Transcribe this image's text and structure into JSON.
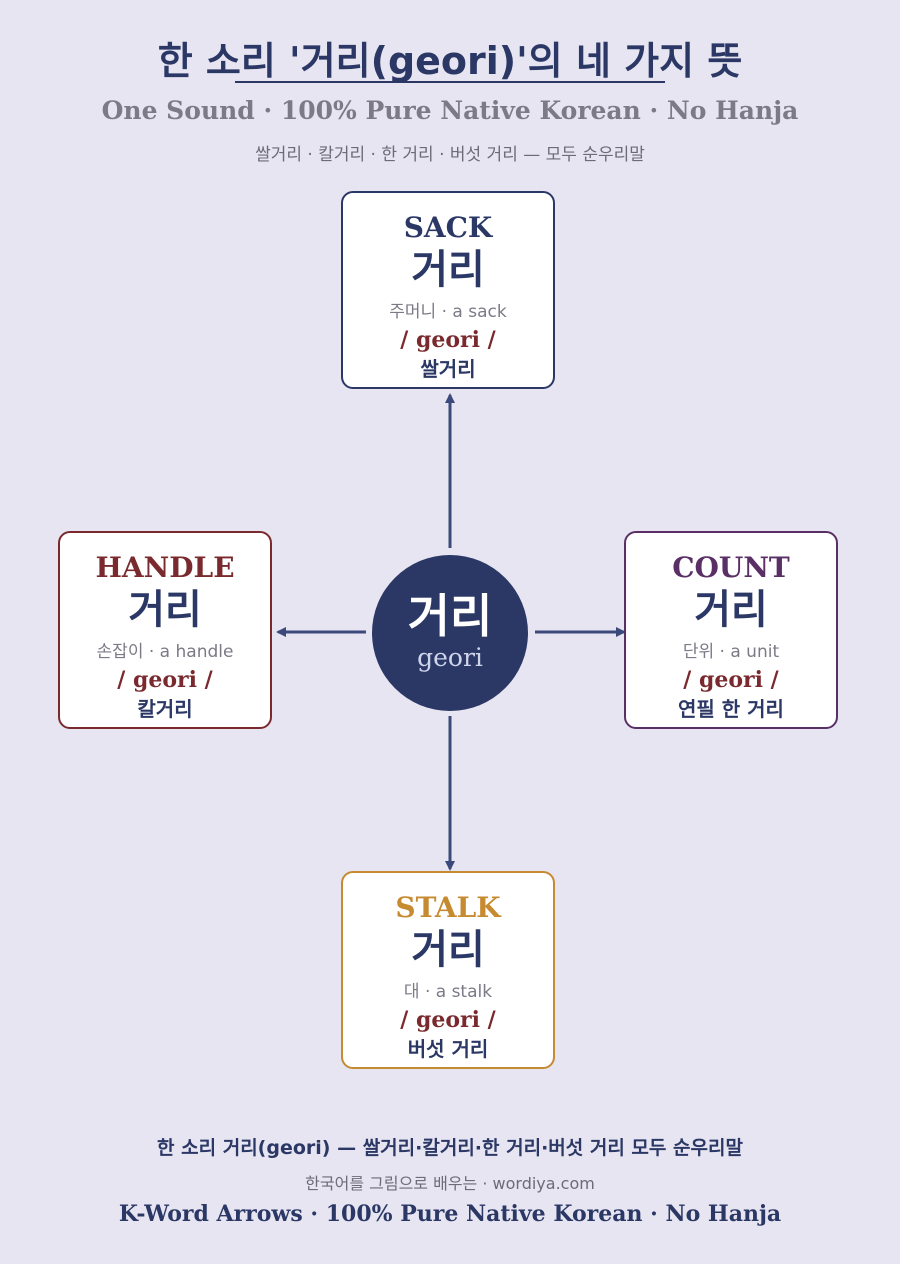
{
  "title": "한 소리 '거리(geori)'의 네 가지 뜻",
  "subtitle": "One Sound · 100% Pure Native Korean · No Hanja",
  "subtitle2": "쌀거리 · 칼거리 · 한 거리 · 버섯 거리 — 모두 순우리말",
  "center": {
    "word": "거리",
    "roman": "geori"
  },
  "cards": {
    "top": {
      "en": "SACK",
      "ko": "거리",
      "gloss": "주머니 · a sack",
      "roman": "/ geori /",
      "example": "쌀거리",
      "color": "#2b3866"
    },
    "left": {
      "en": "HANDLE",
      "ko": "거리",
      "gloss": "손잡이 · a handle",
      "roman": "/ geori /",
      "example": "칼거리",
      "color": "#7a2a2e"
    },
    "right": {
      "en": "COUNT",
      "ko": "거리",
      "gloss": "단위 · a unit",
      "roman": "/ geori /",
      "example": "연필 한 거리",
      "color": "#5a2f66"
    },
    "bottom": {
      "en": "STALK",
      "ko": "거리",
      "gloss": "대 · a stalk",
      "roman": "/ geori /",
      "example": "버섯 거리",
      "color": "#c68a30"
    }
  },
  "footer": {
    "line1": "한 소리 거리(geori) — 쌀거리·칼거리·한 거리·버섯 거리 모두 순우리말",
    "line2": "한국어를 그림으로 배우는 · wordiya.com",
    "line3": "K-Word Arrows · 100% Pure Native Korean · No Hanja"
  },
  "colors": {
    "navy": "#2b3866",
    "background": "#e7e5f1"
  }
}
